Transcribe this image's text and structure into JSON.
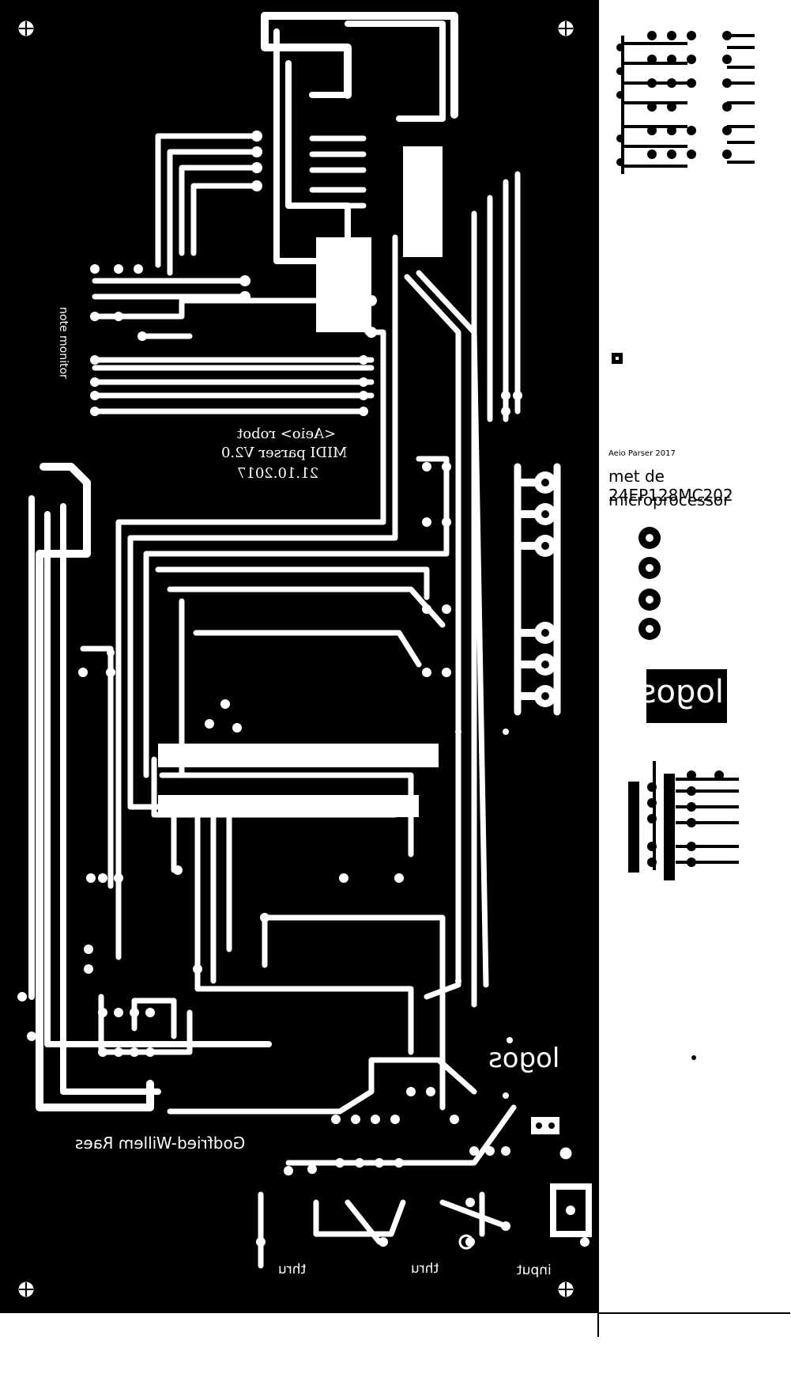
{
  "annotations": {
    "small_title": "Aeio Parser 2017",
    "processor_line1": "met de 24EP128MC202",
    "processor_line2": "microprocessor"
  },
  "board_text": {
    "title_line1": "<Aeio> robot",
    "title_line2": "MIDI parser V2.0",
    "title_line3": "21.10.2017",
    "author": "Godfried-Willem Raes",
    "note_monitor": "note monitor",
    "logo": "logos",
    "ports": [
      "thru",
      "thru",
      "input"
    ]
  },
  "logo_box": {
    "text": "logos"
  },
  "colors": {
    "board": "#000000",
    "copper": "#ffffff",
    "background": "#ffffff"
  }
}
